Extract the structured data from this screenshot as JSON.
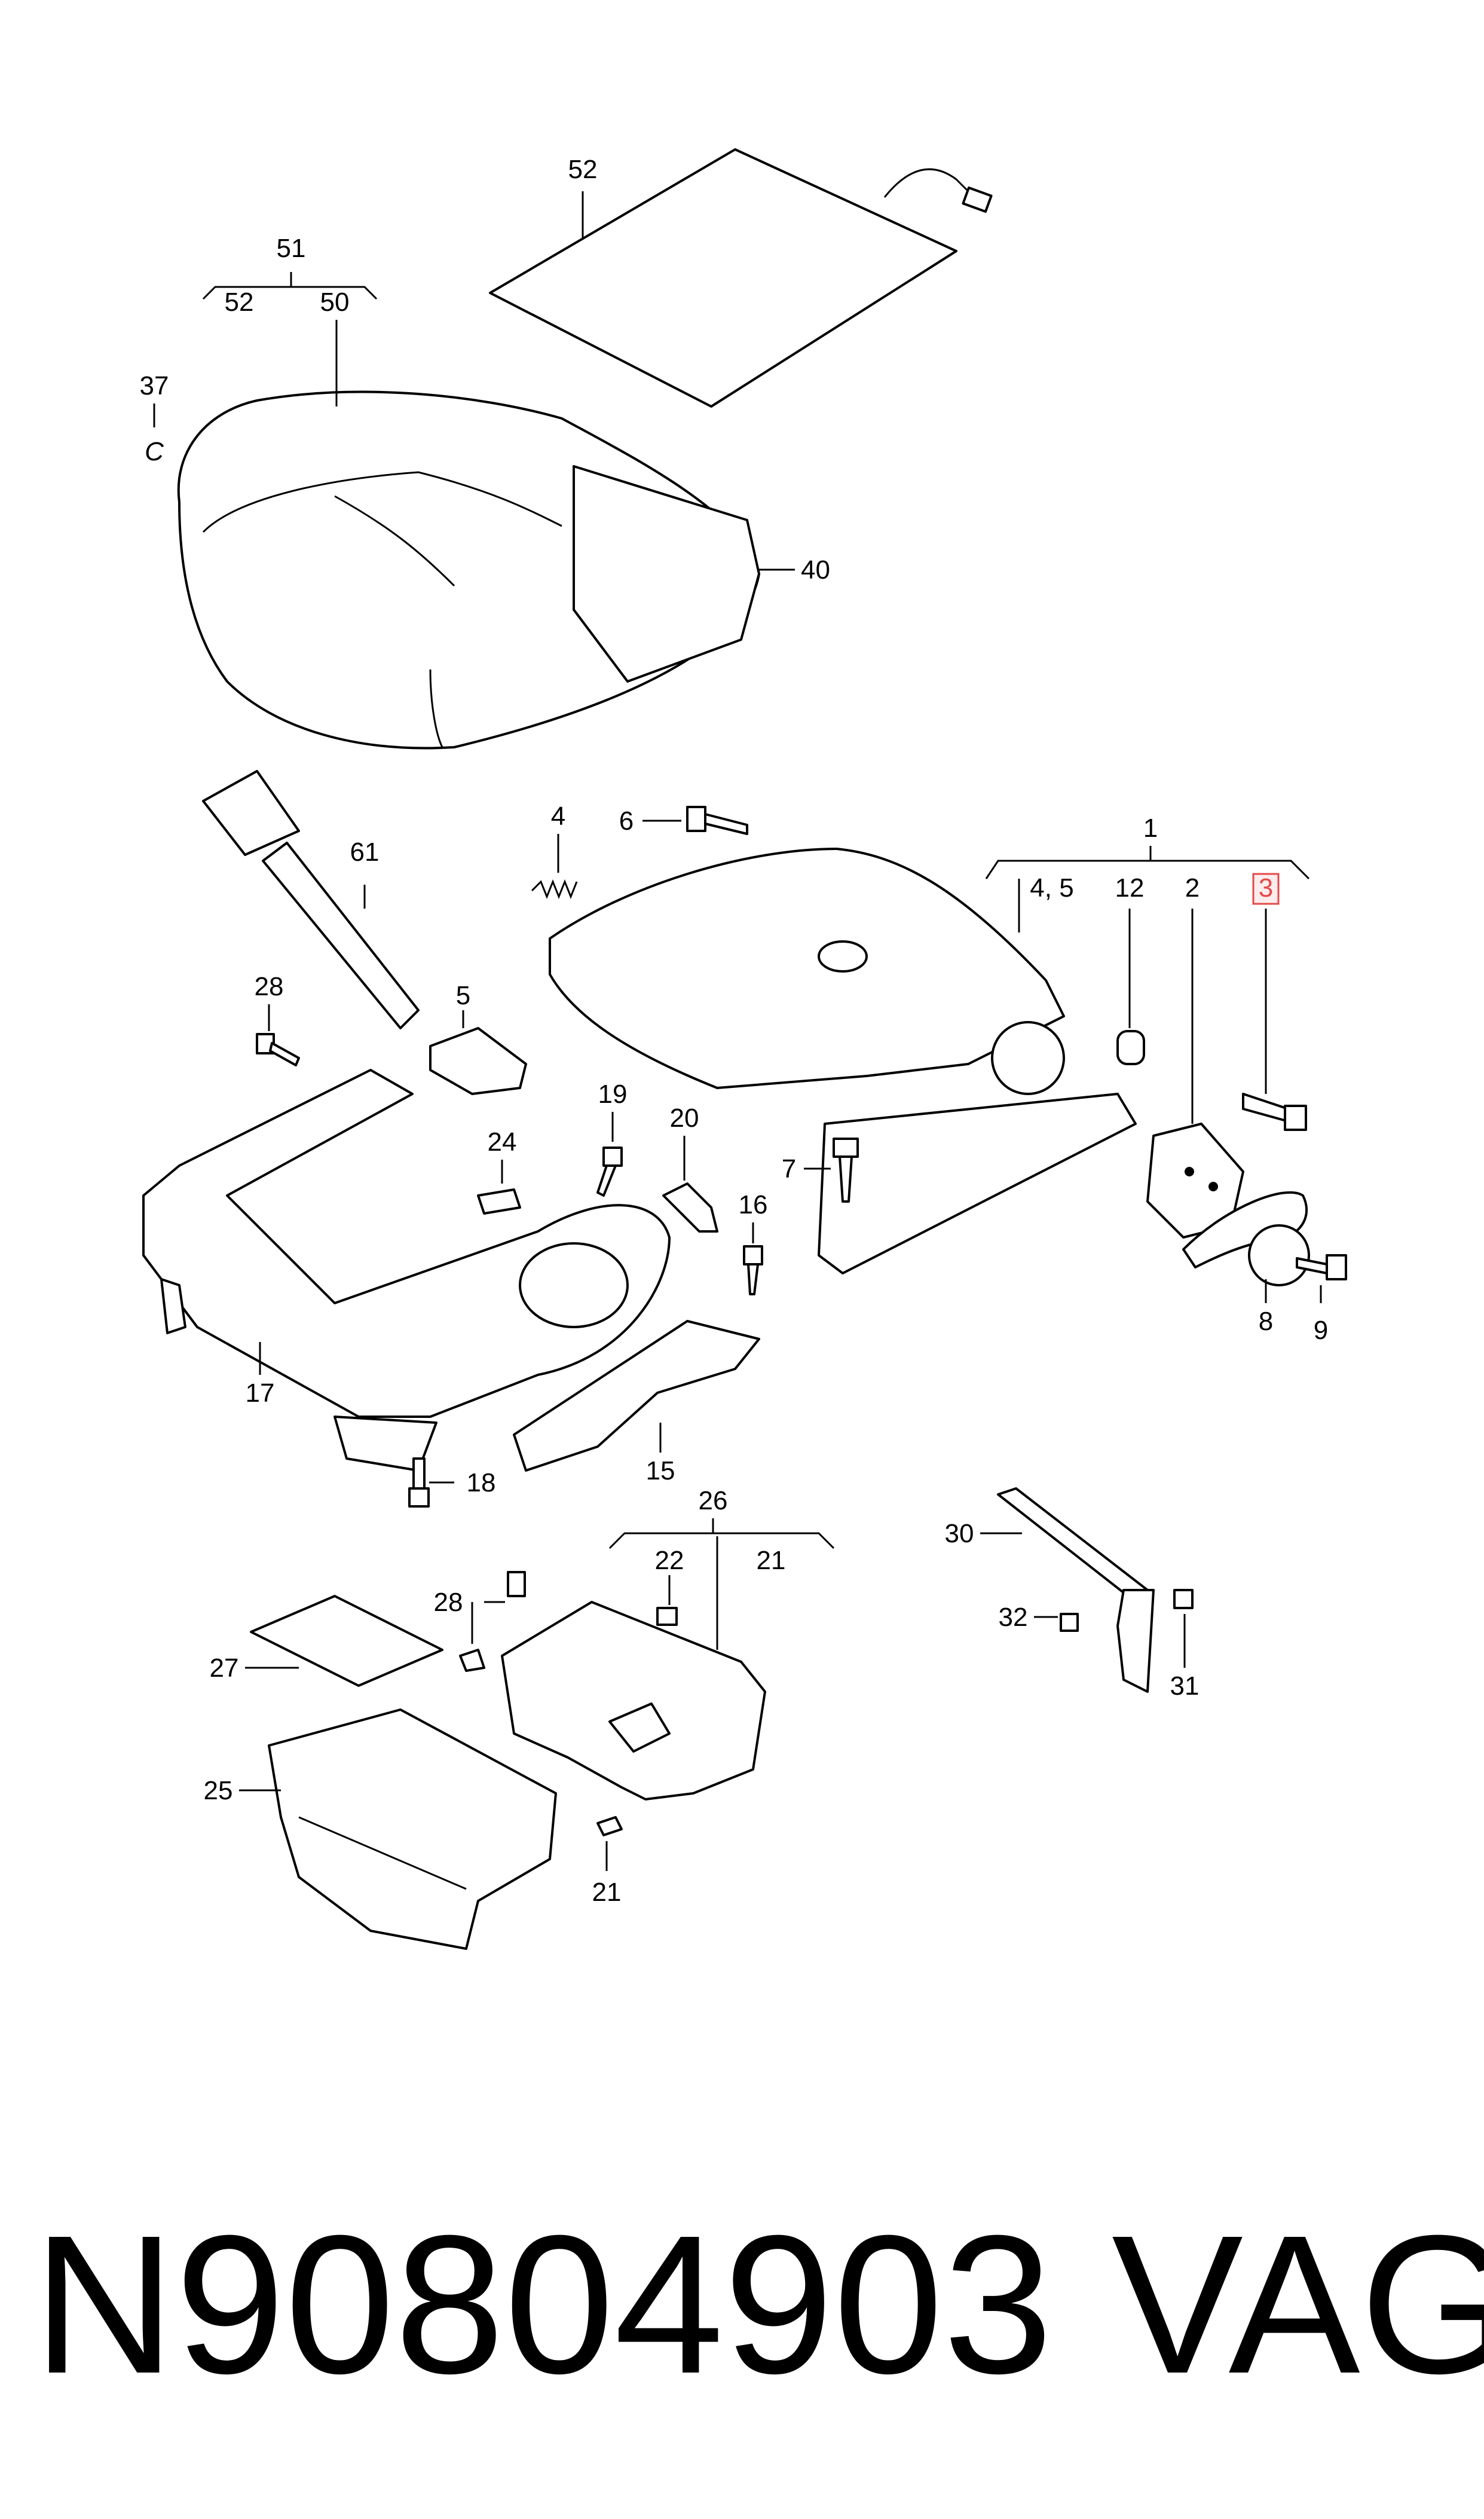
{
  "diagram": {
    "callouts": {
      "c1": "1",
      "c2": "2",
      "c3": "3",
      "c4": "4",
      "c45": "4, 5",
      "c5": "5",
      "c6": "6",
      "c7": "7",
      "c8": "8",
      "c9": "9",
      "c12": "12",
      "c15": "15",
      "c16": "16",
      "c17": "17",
      "c18": "18",
      "c19": "19",
      "c20": "20",
      "c21a": "21",
      "c21b": "21",
      "c22": "22",
      "c24": "24",
      "c25": "25",
      "c26": "26",
      "c27": "27",
      "c28a": "28",
      "c28b": "28",
      "c30": "30",
      "c31": "31",
      "c32": "32",
      "c37": "37",
      "c37sym": "C",
      "c40": "40",
      "c50": "50",
      "c51": "51",
      "c52a": "52",
      "c52b": "52",
      "c61": "61"
    },
    "highlighted_callout": "3",
    "highlight_color": "#e34a4a"
  },
  "footer": {
    "part_number": "N90804903",
    "brand": "VAG"
  }
}
